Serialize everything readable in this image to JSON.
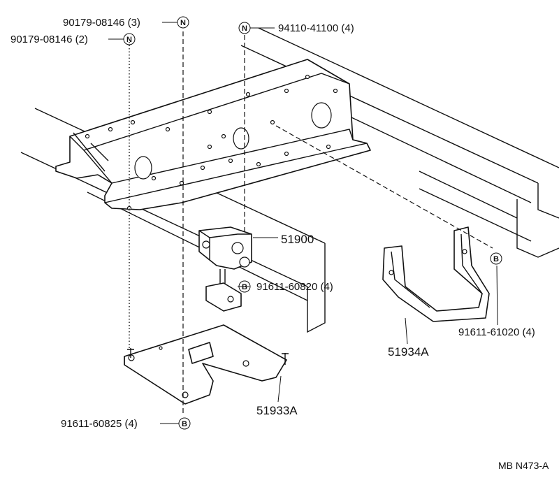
{
  "callouts": [
    {
      "id": "c1",
      "text": "90179-08146 (3)",
      "symbol": "N"
    },
    {
      "id": "c2",
      "text": "90179-08146 (2)",
      "symbol": "N"
    },
    {
      "id": "c3",
      "text": "94110-41100 (4)",
      "symbol": "N"
    },
    {
      "id": "c4",
      "text": "51900"
    },
    {
      "id": "c5",
      "text": "91611-60820 (4)",
      "symbol": "B"
    },
    {
      "id": "c6",
      "text": "91611-61020 (4)",
      "symbol": "B"
    },
    {
      "id": "c7",
      "text": "51934A"
    },
    {
      "id": "c8",
      "text": "51933A"
    },
    {
      "id": "c9",
      "text": "91611-60825 (4)",
      "symbol": "B"
    }
  ],
  "reference": "MB N473-A"
}
